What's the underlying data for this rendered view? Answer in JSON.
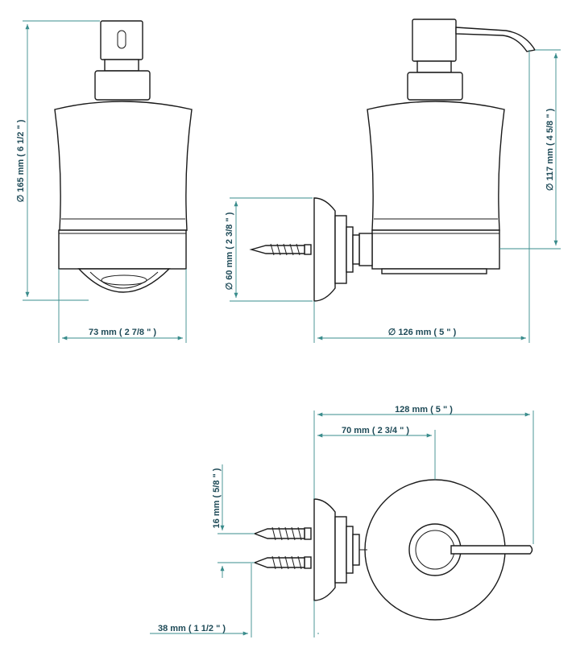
{
  "dimensions": {
    "front_height": "∅ 165 mm ( 6 1/2 \" )",
    "front_width": "73 mm ( 2 7/8 \" )",
    "side_plate_diameter": "∅ 60 mm ( 2 3/8 \" )",
    "side_depth": "∅ 126 mm ( 5 \" )",
    "side_spout_height": "∅ 117 mm ( 4 5/8 \" )",
    "top_total_depth": "128 mm ( 5 \" )",
    "top_center_depth": "70 mm ( 2 3/4 \" )",
    "top_screw_spacing": "16 mm ( 5/8 \" )",
    "top_plate_offset": "38 mm ( 1 1/2 \" )"
  },
  "colors": {
    "dimension_line": "#3a8c8c",
    "dimension_text": "#1e4a57",
    "outline": "#1a1a1a"
  }
}
